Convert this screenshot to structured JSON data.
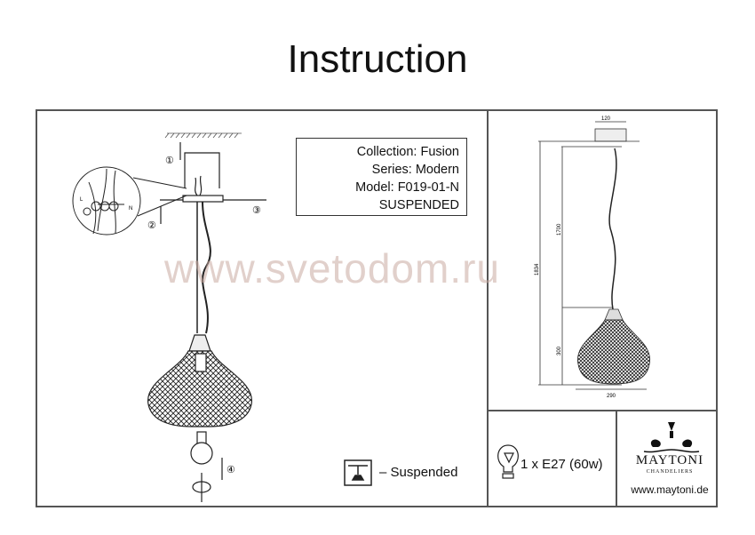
{
  "title": "Instruction",
  "info": {
    "collection": "Collection: Fusion",
    "series": "Series: Modern",
    "model": "Model: F019-01-N",
    "type": "SUSPENDED"
  },
  "watermark": "www.svetodom.ru",
  "steps": [
    "①",
    "②",
    "③",
    "④"
  ],
  "wiring_labels": {
    "live": "L",
    "neutral": "N"
  },
  "dimensions": {
    "canopy": "120",
    "cable": "1700",
    "total": "1834",
    "shade_height": "300",
    "shade_width": "290"
  },
  "mount_legend": "– Suspended",
  "bulb": "1 x E27 (60w)",
  "brand": {
    "name": "MAYTONI",
    "sub": "CHANDELIERS",
    "url": "www.maytoni.de"
  }
}
